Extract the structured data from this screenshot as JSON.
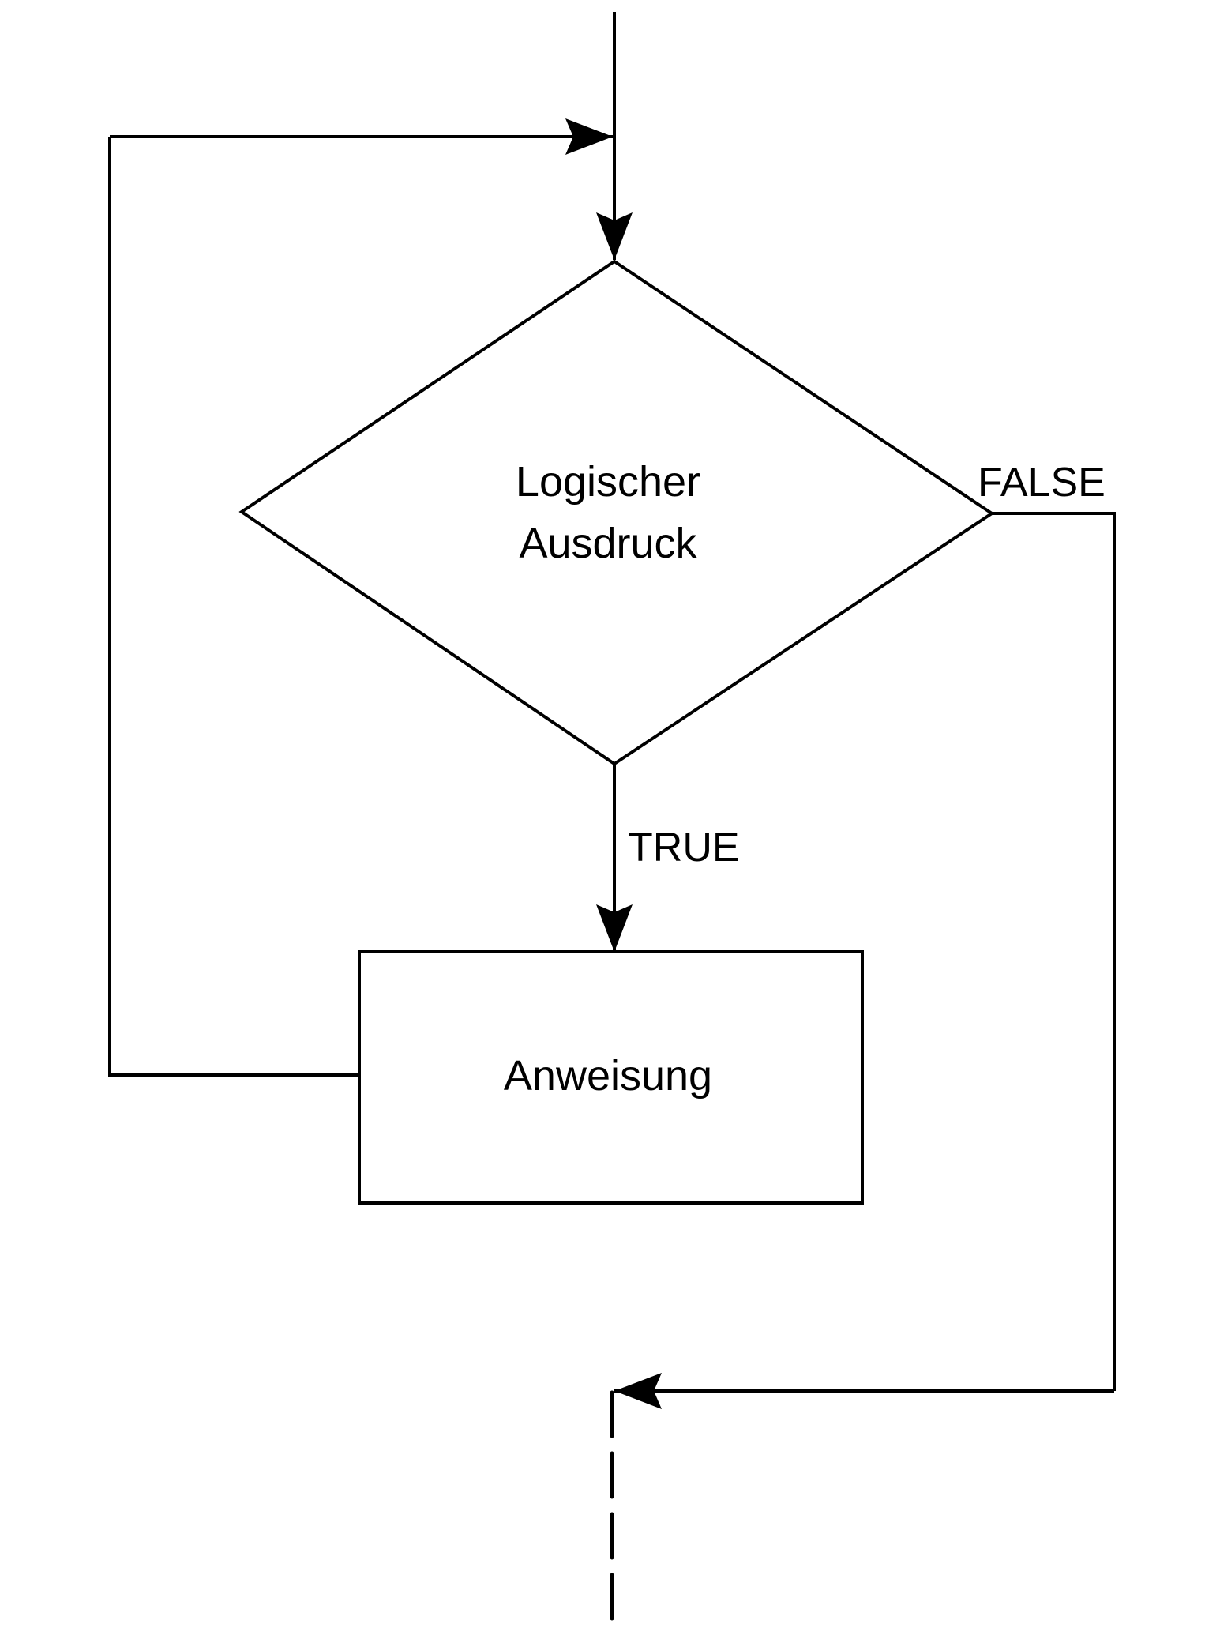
{
  "diagram": {
    "type": "flowchart",
    "title": "While loop flowchart",
    "colors": {
      "stroke": "#000000",
      "background": "#ffffff"
    },
    "nodes": {
      "decision": {
        "shape": "diamond",
        "lines": [
          "Logischer",
          "Ausdruck"
        ]
      },
      "statement": {
        "shape": "rectangle",
        "label": "Anweisung"
      }
    },
    "edges": {
      "true_label": "TRUE",
      "false_label": "FALSE"
    }
  }
}
